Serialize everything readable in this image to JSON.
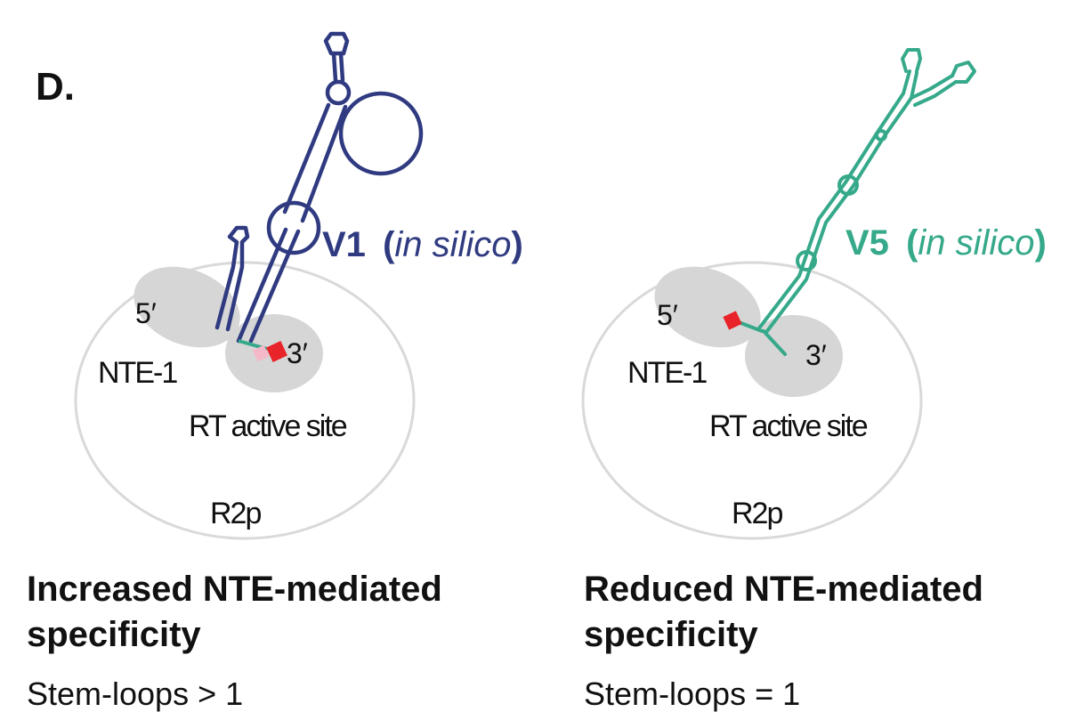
{
  "panel_label": "D.",
  "colors": {
    "v1": "#2f3a80",
    "v5": "#35a98a",
    "region_fill": "#d6d6d6",
    "protein_outline": "#d9d9d9",
    "red_marker": "#e8232a",
    "pink_marker": "#f4b8c8",
    "linker": "#35a98a"
  },
  "panels": [
    {
      "variant_name": "V1",
      "variant_method_open": "(",
      "variant_method": "in silico",
      "variant_method_close": ")",
      "five_prime": "5′",
      "three_prime": "3′",
      "nte_label": "NTE-1",
      "rt_label": "RT active site",
      "protein_label": "R2p",
      "title_line1": "Increased NTE-mediated",
      "title_line2": "specificity",
      "stem_loops": "Stem-loops > 1"
    },
    {
      "variant_name": "V5",
      "variant_method_open": "(",
      "variant_method": "in silico",
      "variant_method_close": ")",
      "five_prime": "5′",
      "three_prime": "3′",
      "nte_label": "NTE-1",
      "rt_label": "RT active site",
      "protein_label": "R2p",
      "title_line1": "Reduced NTE-mediated",
      "title_line2": "specificity",
      "stem_loops": "Stem-loops = 1"
    }
  ]
}
